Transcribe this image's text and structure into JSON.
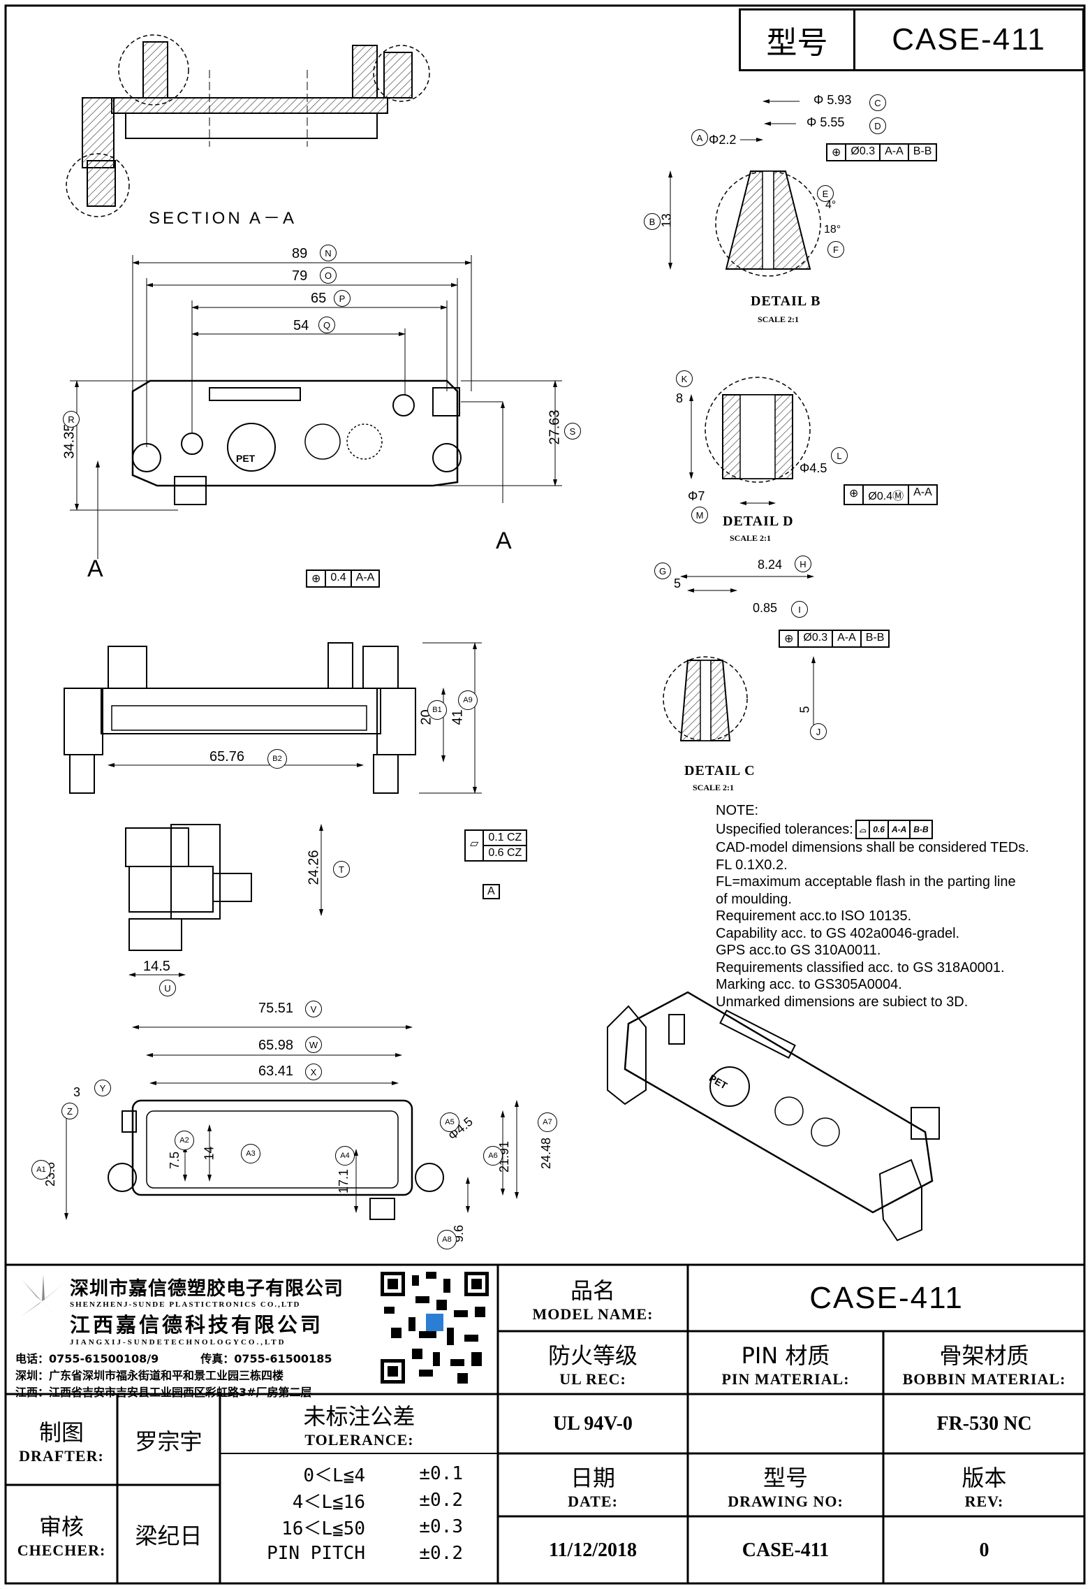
{
  "header": {
    "model_label": "型号",
    "model_value": "CASE-411"
  },
  "section_label": "SECTION A－A",
  "section_markers": {
    "a1": "A",
    "a2": "A"
  },
  "details": {
    "b": {
      "title": "DETAIL B",
      "scale": "SCALE 2:1"
    },
    "c": {
      "title": "DETAIL C",
      "scale": "SCALE 2:1"
    },
    "d": {
      "title": "DETAIL D",
      "scale": "SCALE 2:1"
    }
  },
  "dimensions": {
    "d_89": "89",
    "d_79": "79",
    "d_65": "65",
    "d_54": "54",
    "d_3435": "34.35",
    "d_2763": "27.63",
    "d_20": "20",
    "d_41": "41",
    "d_6576": "65.76",
    "d_2426": "24.26",
    "d_145": "14.5",
    "d_7551": "75.51",
    "d_6598": "65.98",
    "d_6341": "63.41",
    "d_3": "3",
    "d_75": "7.5",
    "d_14": "14",
    "d_236": "23.6",
    "d_171": "17.1",
    "d_2191": "21.91",
    "d_2448": "24.48",
    "d_96": "9.6",
    "d_45": "Φ4.5",
    "d_593": "Φ 5.93",
    "d_555": "Φ 5.55",
    "d_22": "Φ2.2",
    "d_13": "13",
    "d_4deg": "4°",
    "d_18deg": "18°",
    "d_8": "8",
    "d_45b": "Φ4.5",
    "d_7": "Φ7",
    "d_824": "8.24",
    "d_5a": "5",
    "d_085": "0.85",
    "d_5b": "5"
  },
  "fcf": {
    "b": [
      "Ø0.3",
      "A-A",
      "B-B"
    ],
    "d": [
      "Ø0.4Ⓜ",
      "A-A"
    ],
    "c": [
      "Ø0.3",
      "A-A",
      "B-B"
    ],
    "side": [
      "0.4",
      "A-A"
    ],
    "flat1": "0.1 CZ",
    "flat2": "0.6 CZ",
    "datum": "A"
  },
  "balloons": [
    "N",
    "O",
    "P",
    "Q",
    "R",
    "S",
    "A",
    "B",
    "C",
    "D",
    "E",
    "F",
    "K",
    "L",
    "M",
    "G",
    "H",
    "I",
    "J",
    "B1",
    "A9",
    "B2",
    "T",
    "U",
    "V",
    "W",
    "X",
    "Y",
    "Z",
    "A1",
    "A2",
    "A3",
    "A4",
    "A5",
    "A6",
    "A7",
    "A8"
  ],
  "notes": {
    "title": "NOTE:",
    "lines": [
      "Uspecified tolerances:",
      "CAD-model dimensions shall be considered TEDs.",
      "FL 0.1X0.2.",
      "FL=maximum acceptable flash in the parting line",
      "of moulding.",
      "Requirement acc.to ISO 10135.",
      "Capability acc. to GS 402a0046-gradel.",
      "GPS acc.to GS 310A0011.",
      "Requirements classified acc. to GS 318A0001.",
      "Marking acc. to GS305A0004.",
      "Unmarked dimensions are subiect to 3D."
    ],
    "tol_box": [
      "0.6",
      "A-A",
      "B-B"
    ]
  },
  "markings": {
    "pet": "PET"
  },
  "title_block": {
    "company_cn_1": "深圳市嘉信德塑胶电子有限公司",
    "company_en_1": "SHENZHENJ-SUNDE PLASTICTRONICS CO.,LTD",
    "company_cn_2": "江西嘉信德科技有限公司",
    "company_en_2": "JIANGXIJ-SUNDETECHNOLOGYCO.,LTD",
    "tel": "电话：0755-61500108/9",
    "fax": "传真：0755-61500185",
    "addr_sz": "深圳：广东省深圳市福永街道和平和景工业园三栋四楼",
    "addr_jx": "江西：江西省吉安市吉安县工业园西区彩虹路3#厂房第二层",
    "product_name_cn": "品名",
    "product_name_en": "MODEL NAME:",
    "product_name_value": "CASE-411",
    "ul_cn": "防火等级",
    "ul_en": "UL REC:",
    "ul_value": "UL 94V-0",
    "pin_cn": "PIN 材质",
    "pin_en": "PIN MATERIAL:",
    "pin_value": "",
    "bobbin_cn": "骨架材质",
    "bobbin_en": "BOBBIN MATERIAL:",
    "bobbin_value": "FR-530 NC",
    "drafter_cn": "制图",
    "drafter_en": "DRAFTER:",
    "drafter_value": "罗宗宇",
    "checker_cn": "审核",
    "checker_en": "CHECHER:",
    "checker_value": "梁纪日",
    "tol_cn": "未标注公差",
    "tol_en": "TOLERANCE:",
    "tol_rows": [
      {
        "range": "0＜L≦4",
        "value": "±0.1"
      },
      {
        "range": "4＜L≦16",
        "value": "±0.2"
      },
      {
        "range": "16＜L≦50",
        "value": "±0.3"
      },
      {
        "range": "PIN PITCH",
        "value": "±0.2"
      }
    ],
    "date_cn": "日期",
    "date_en": "DATE:",
    "date_value": "11/12/2018",
    "dwg_cn": "型号",
    "dwg_en": "DRAWING NO:",
    "dwg_value": "CASE-411",
    "rev_cn": "版本",
    "rev_en": "REV:",
    "rev_value": "0"
  },
  "colors": {
    "line": "#000000",
    "hatch": "#555555"
  }
}
